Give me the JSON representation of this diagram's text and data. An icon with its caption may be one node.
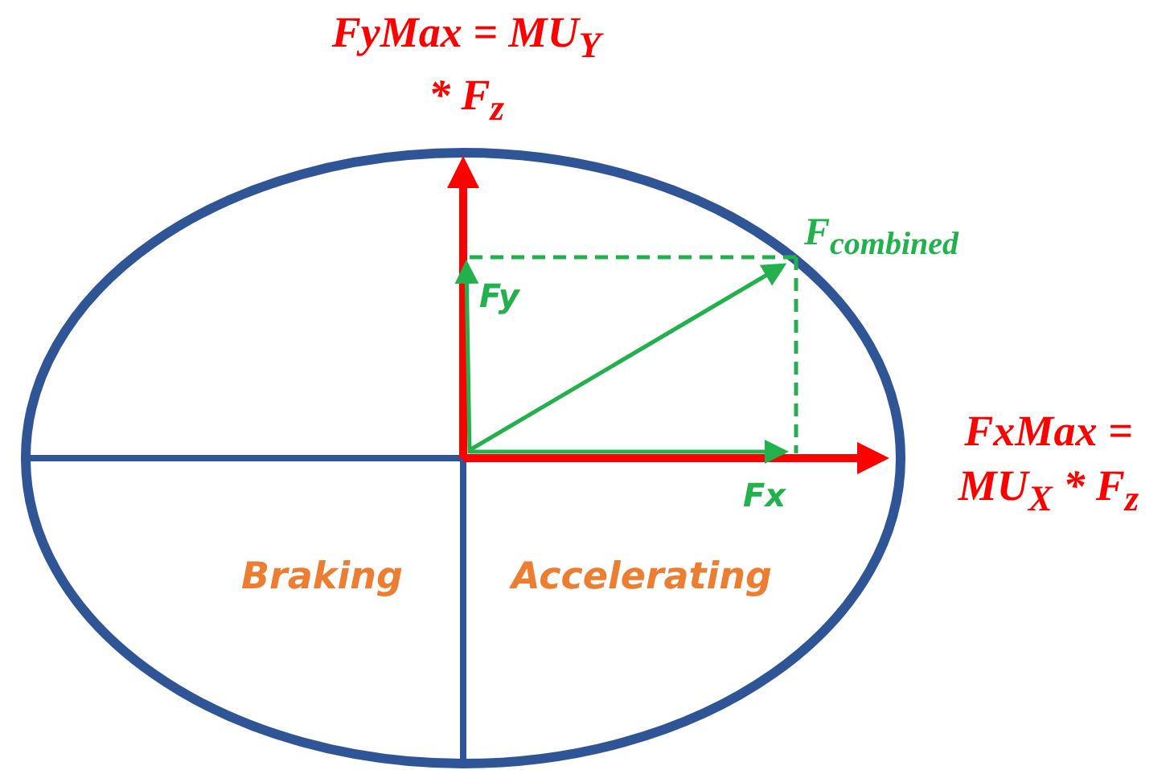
{
  "diagram": {
    "labels": [
      "FyMax = MU$_{Y}$ * F$_{z}$",
      "F$_{combined}$",
      "Fy",
      "FxMax = MU$_{X}$ * F$_{z}$",
      "Fx",
      "Braking",
      "Accelerating"
    ]
  }
}
